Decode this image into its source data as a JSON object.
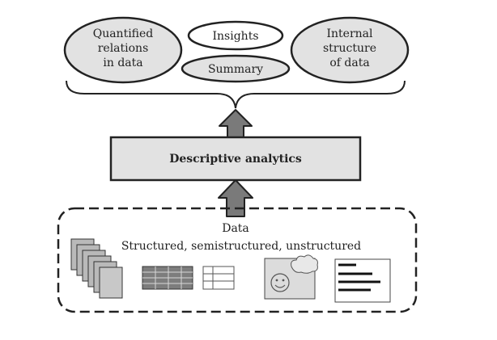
{
  "outputs": {
    "quantified": [
      "Quantified",
      "relations",
      "in data"
    ],
    "insights": "Insights",
    "summary": "Summary",
    "internal": [
      "Internal",
      "structure",
      "of data"
    ]
  },
  "core": {
    "label": "Descriptive analytics"
  },
  "data": {
    "title": "Data",
    "types": "Structured, semistructured, unstructured"
  },
  "colors": {
    "fill": "#e2e2e2",
    "arrow": "#7a7a7a",
    "stroke": "#222222"
  }
}
